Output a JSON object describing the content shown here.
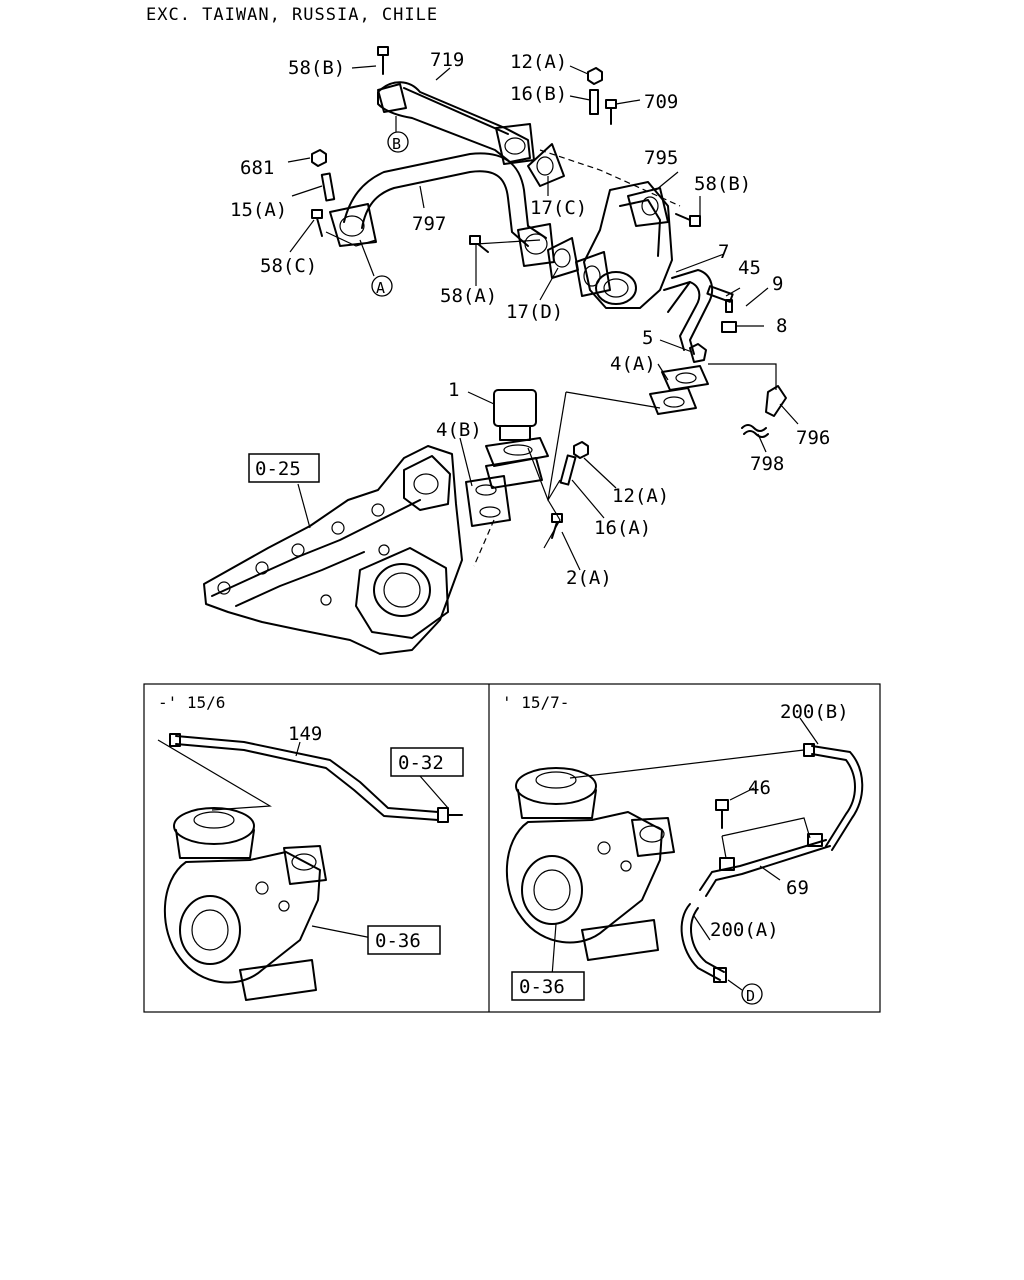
{
  "header": {
    "title": "EXC. TAIWAN, RUSSIA, CHILE"
  },
  "callouts": {
    "c58b_top": "58(B)",
    "c719": "719",
    "c12a_top": "12(A)",
    "c16b": "16(B)",
    "c709": "709",
    "c795": "795",
    "c58b_right": "58(B)",
    "c681": "681",
    "c15a": "15(A)",
    "c797": "797",
    "c17c": "17(C)",
    "c58c": "58(C)",
    "c58a": "58(A)",
    "c17d": "17(D)",
    "c7": "7",
    "c45": "45",
    "c9": "9",
    "c8": "8",
    "c5": "5",
    "c4a": "4(A)",
    "c1": "1",
    "c4b": "4(B)",
    "c796": "796",
    "c798": "798",
    "c12a_bot": "12(A)",
    "c16a": "16(A)",
    "c2a": "2(A)",
    "c149": "149",
    "c200b": "200(B)",
    "c46": "46",
    "c69": "69",
    "c200a": "200(A)"
  },
  "refs": {
    "r025": "0-25",
    "r032": "0-32",
    "r036_left": "0-36",
    "r036_right": "0-36"
  },
  "circles": {
    "b": "B",
    "a": "A",
    "d": "D"
  },
  "panels": {
    "left_label": "-' 15/6",
    "right_label": "' 15/7-"
  }
}
